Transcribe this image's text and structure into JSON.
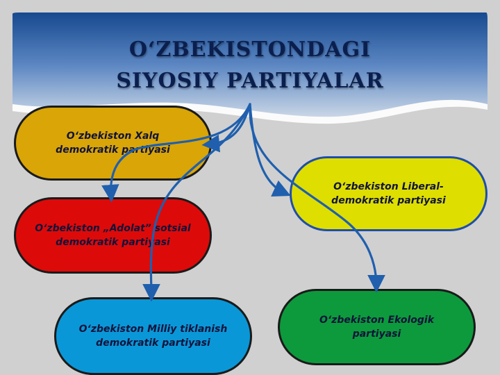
{
  "title": {
    "line1": "O‘ZBEKISTONDAGI",
    "line2": "SIYOSIY  PARTIYALAR"
  },
  "parties": [
    {
      "id": "xalq",
      "line1": "O‘zbekiston Xalq",
      "line2": "demokratik partiyasi",
      "color": "#d9a507"
    },
    {
      "id": "adolat",
      "line1": "O‘zbekiston „Adolat” sotsial",
      "line2": "demokratik partiyasi",
      "color": "#dd0a0a"
    },
    {
      "id": "liberal",
      "line1": "O‘zbekiston Liberal-",
      "line2": "demokratik partiyasi",
      "color": "#dede00"
    },
    {
      "id": "milliy",
      "line1": "O‘zbekiston Milliy tiklanish",
      "line2": "demokratik partiyasi",
      "color": "#0a97d8"
    },
    {
      "id": "ekologik",
      "line1": "O‘zbekiston Ekologik",
      "line2": "partiyasi",
      "color": "#0d9a3c"
    }
  ],
  "colors": {
    "arrow": "#1f5fae",
    "title": "#0b1f4e",
    "header_blue": "#1f5fae"
  }
}
